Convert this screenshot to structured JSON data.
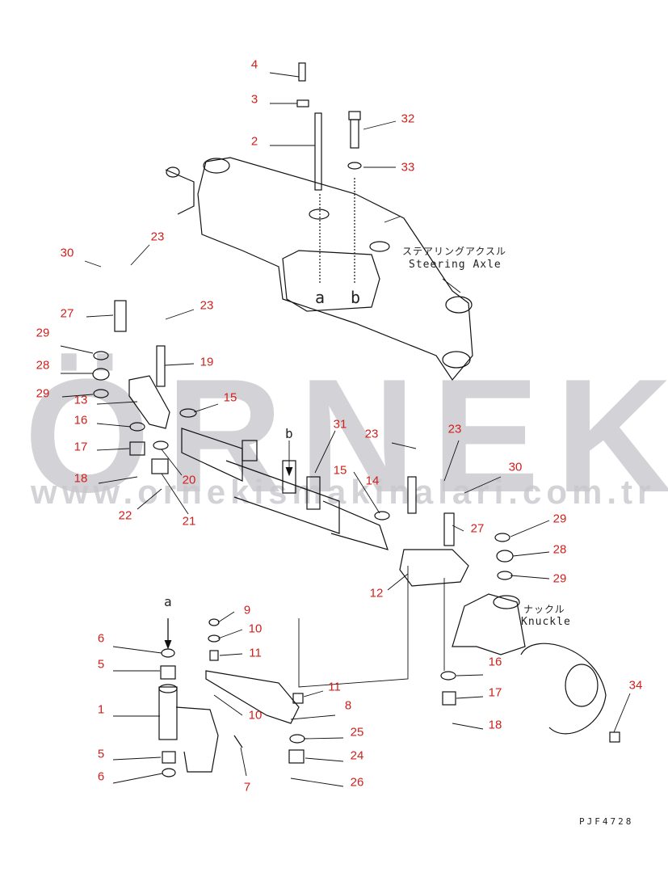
{
  "watermark": {
    "brand": "ÖRNEK",
    "url": "www.ornekismakinalari.com.tr"
  },
  "captions": {
    "steering_axle_jp": "ステアリングアクスル",
    "steering_axle_en": "Steering Axle",
    "knuckle_jp": "ナックル",
    "knuckle_en": "Knuckle",
    "arrow_a": "a",
    "arrow_b": "b",
    "ref_a": "a",
    "ref_b": "b"
  },
  "drawing_code": "PJF4728",
  "labels": [
    "4",
    "3",
    "2",
    "32",
    "33",
    "30",
    "23",
    "27",
    "23",
    "29",
    "19",
    "28",
    "29",
    "13",
    "15",
    "16",
    "17",
    "20",
    "18",
    "22",
    "21",
    "31",
    "23",
    "23",
    "15",
    "14",
    "30",
    "27",
    "29",
    "28",
    "29",
    "12",
    "9",
    "10",
    "11",
    "6",
    "5",
    "16",
    "1",
    "11",
    "17",
    "10",
    "8",
    "18",
    "25",
    "5",
    "24",
    "6",
    "7",
    "26",
    "34"
  ]
}
